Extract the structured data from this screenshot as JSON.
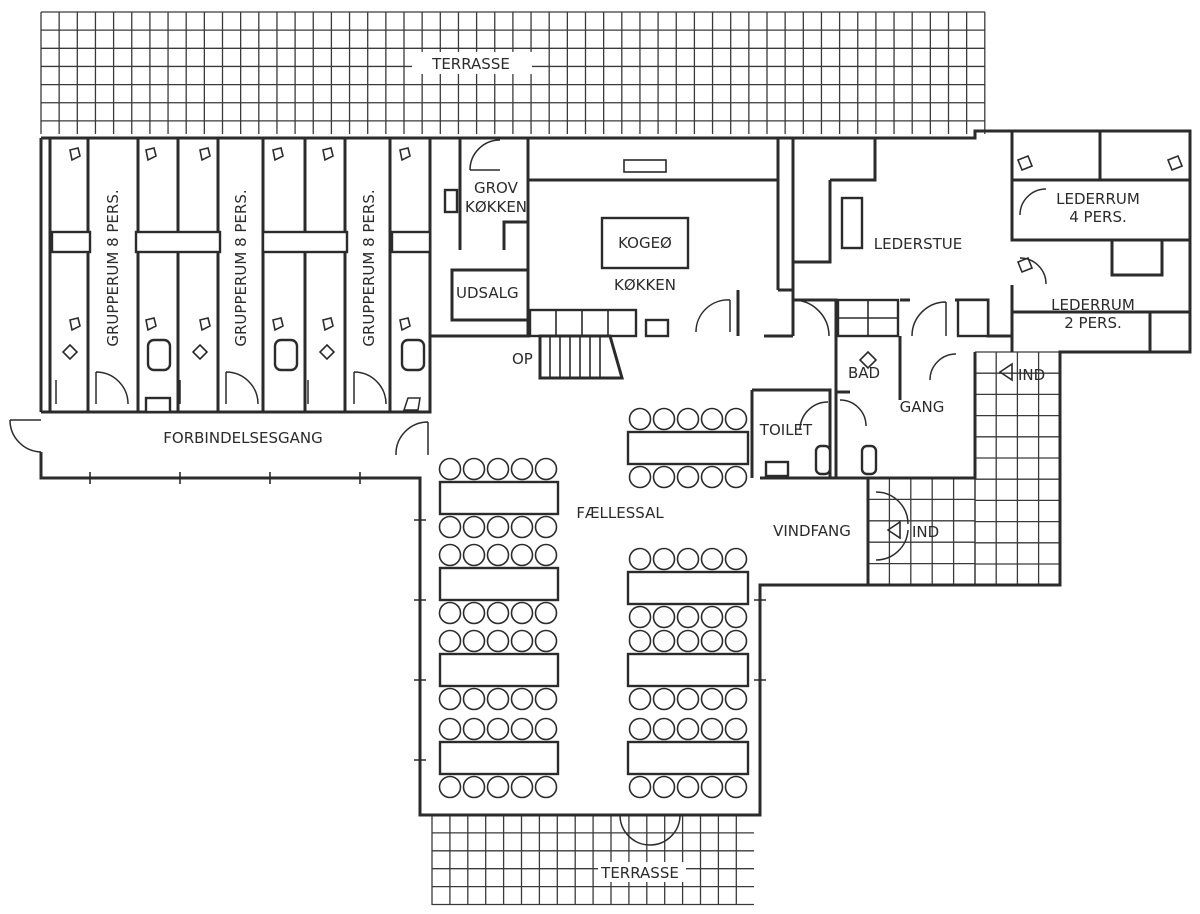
{
  "labels": {
    "terrace_top": "TERRASSE",
    "terrace_bottom": "TERRASSE",
    "grouproom_1": "GRUPPERUM 8 PERS.",
    "grouproom_2": "GRUPPERUM 8 PERS.",
    "grouproom_3": "GRUPPERUM 8 PERS.",
    "corridor": "FORBINDELSESGANG",
    "grov_line1": "GROV",
    "grov_line2": "KØKKEN",
    "kogeo": "KOGEØ",
    "kitchen": "KØKKEN",
    "udsalg": "UDSALG",
    "op": "OP",
    "lederstue": "LEDERSTUE",
    "lederrum4_line1": "LEDERRUM",
    "lederrum4_line2": "4 PERS.",
    "lederrum2_line1": "LEDERRUM",
    "lederrum2_line2": "2 PERS.",
    "bad": "BAD",
    "gang": "GANG",
    "ind_1": "IND",
    "ind_2": "IND",
    "toilet": "TOILET",
    "vindfang": "VINDFANG",
    "faellessal": "FÆLLESSAL"
  },
  "dining": {
    "left_tables": 4,
    "right_tables": 4,
    "seats_per_table_side": 5
  }
}
